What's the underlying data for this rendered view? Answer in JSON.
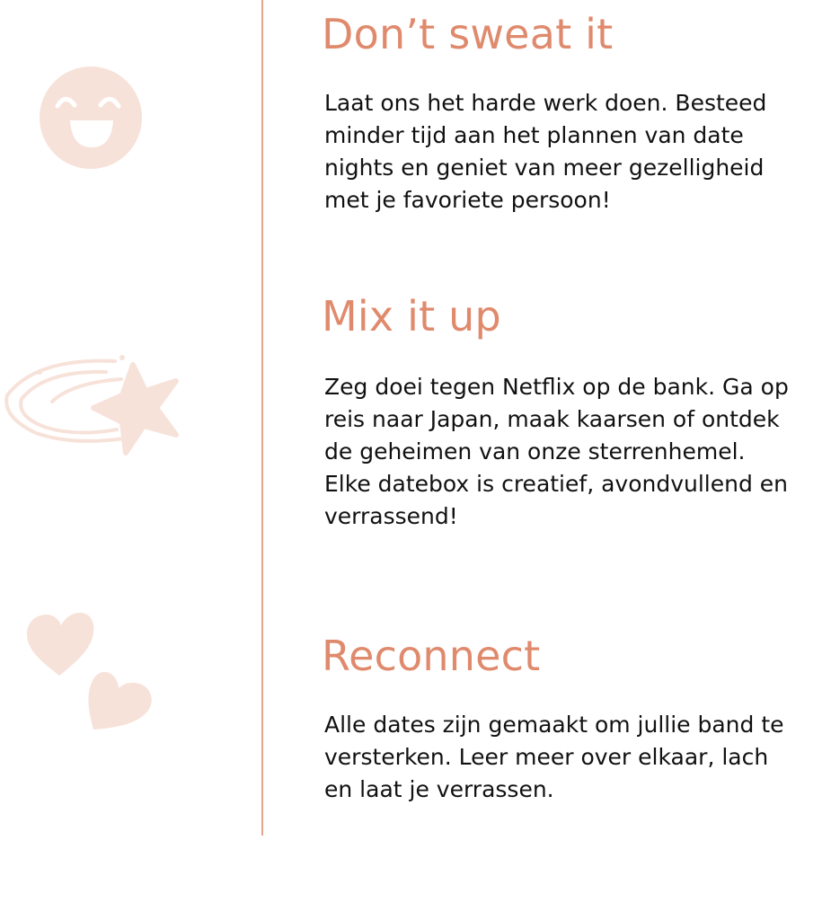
{
  "colors": {
    "accent": "#e08a6d",
    "divider": "#e4a58f",
    "icon_fill": "#f7e2d9",
    "text": "#111111",
    "background": "#ffffff"
  },
  "sections": [
    {
      "icon": "smiley-icon",
      "heading": "Don’t sweat it",
      "body": "Laat ons het harde werk doen. Besteed minder tijd aan het plannen van date nights en geniet van meer gezelligheid met je favoriete persoon!"
    },
    {
      "icon": "shooting-star-icon",
      "heading": "Mix it up",
      "body": "Zeg doei tegen Netflix op de bank. Ga op reis naar Japan, maak kaarsen of ontdek de geheimen van onze sterrenhemel. Elke datebox is creatief, avondvullend en verrassend!"
    },
    {
      "icon": "hearts-icon",
      "heading": "Reconnect",
      "body": "Alle dates zijn gemaakt om jullie band te versterken. Leer meer over elkaar, lach en laat je verrassen."
    }
  ]
}
